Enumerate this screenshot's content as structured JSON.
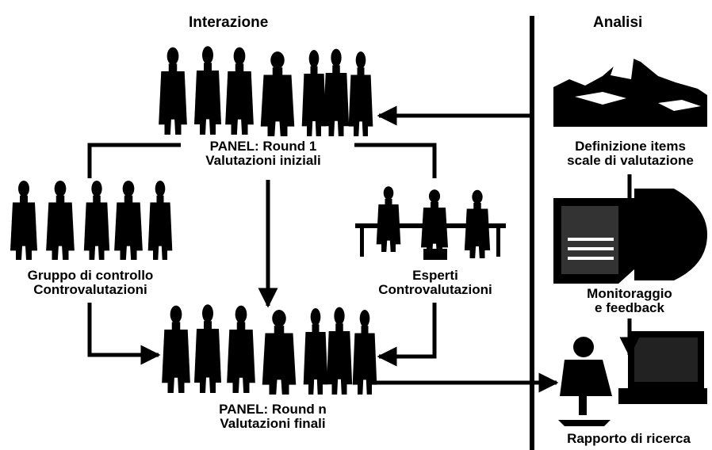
{
  "headings": {
    "interaction": "Interazione",
    "analysis": "Analisi"
  },
  "panel_round1": {
    "line1": "PANEL: Round 1",
    "line2": "Valutazioni iniziali"
  },
  "panel_roundn": {
    "line1": "PANEL: Round n",
    "line2": "Valutazioni finali"
  },
  "control_group": {
    "line1": "Gruppo di controllo",
    "line2": "Controvalutazioni"
  },
  "experts": {
    "line1": "Esperti",
    "line2": "Controvalutazioni"
  },
  "analysis_steps": {
    "definition": {
      "line1": "Definizione items",
      "line2": "scale di valutazione"
    },
    "monitoring": {
      "line1": "Monitoraggio",
      "line2": "e feedback"
    },
    "report": {
      "line1": "Rapporto di ricerca"
    }
  },
  "icons": [
    "people-group-icon",
    "meeting-table-icon",
    "landscape-photo-icon",
    "monitoring-screen-icon",
    "computer-user-icon"
  ],
  "colors": {
    "ink": "#000000",
    "background": "#ffffff"
  }
}
